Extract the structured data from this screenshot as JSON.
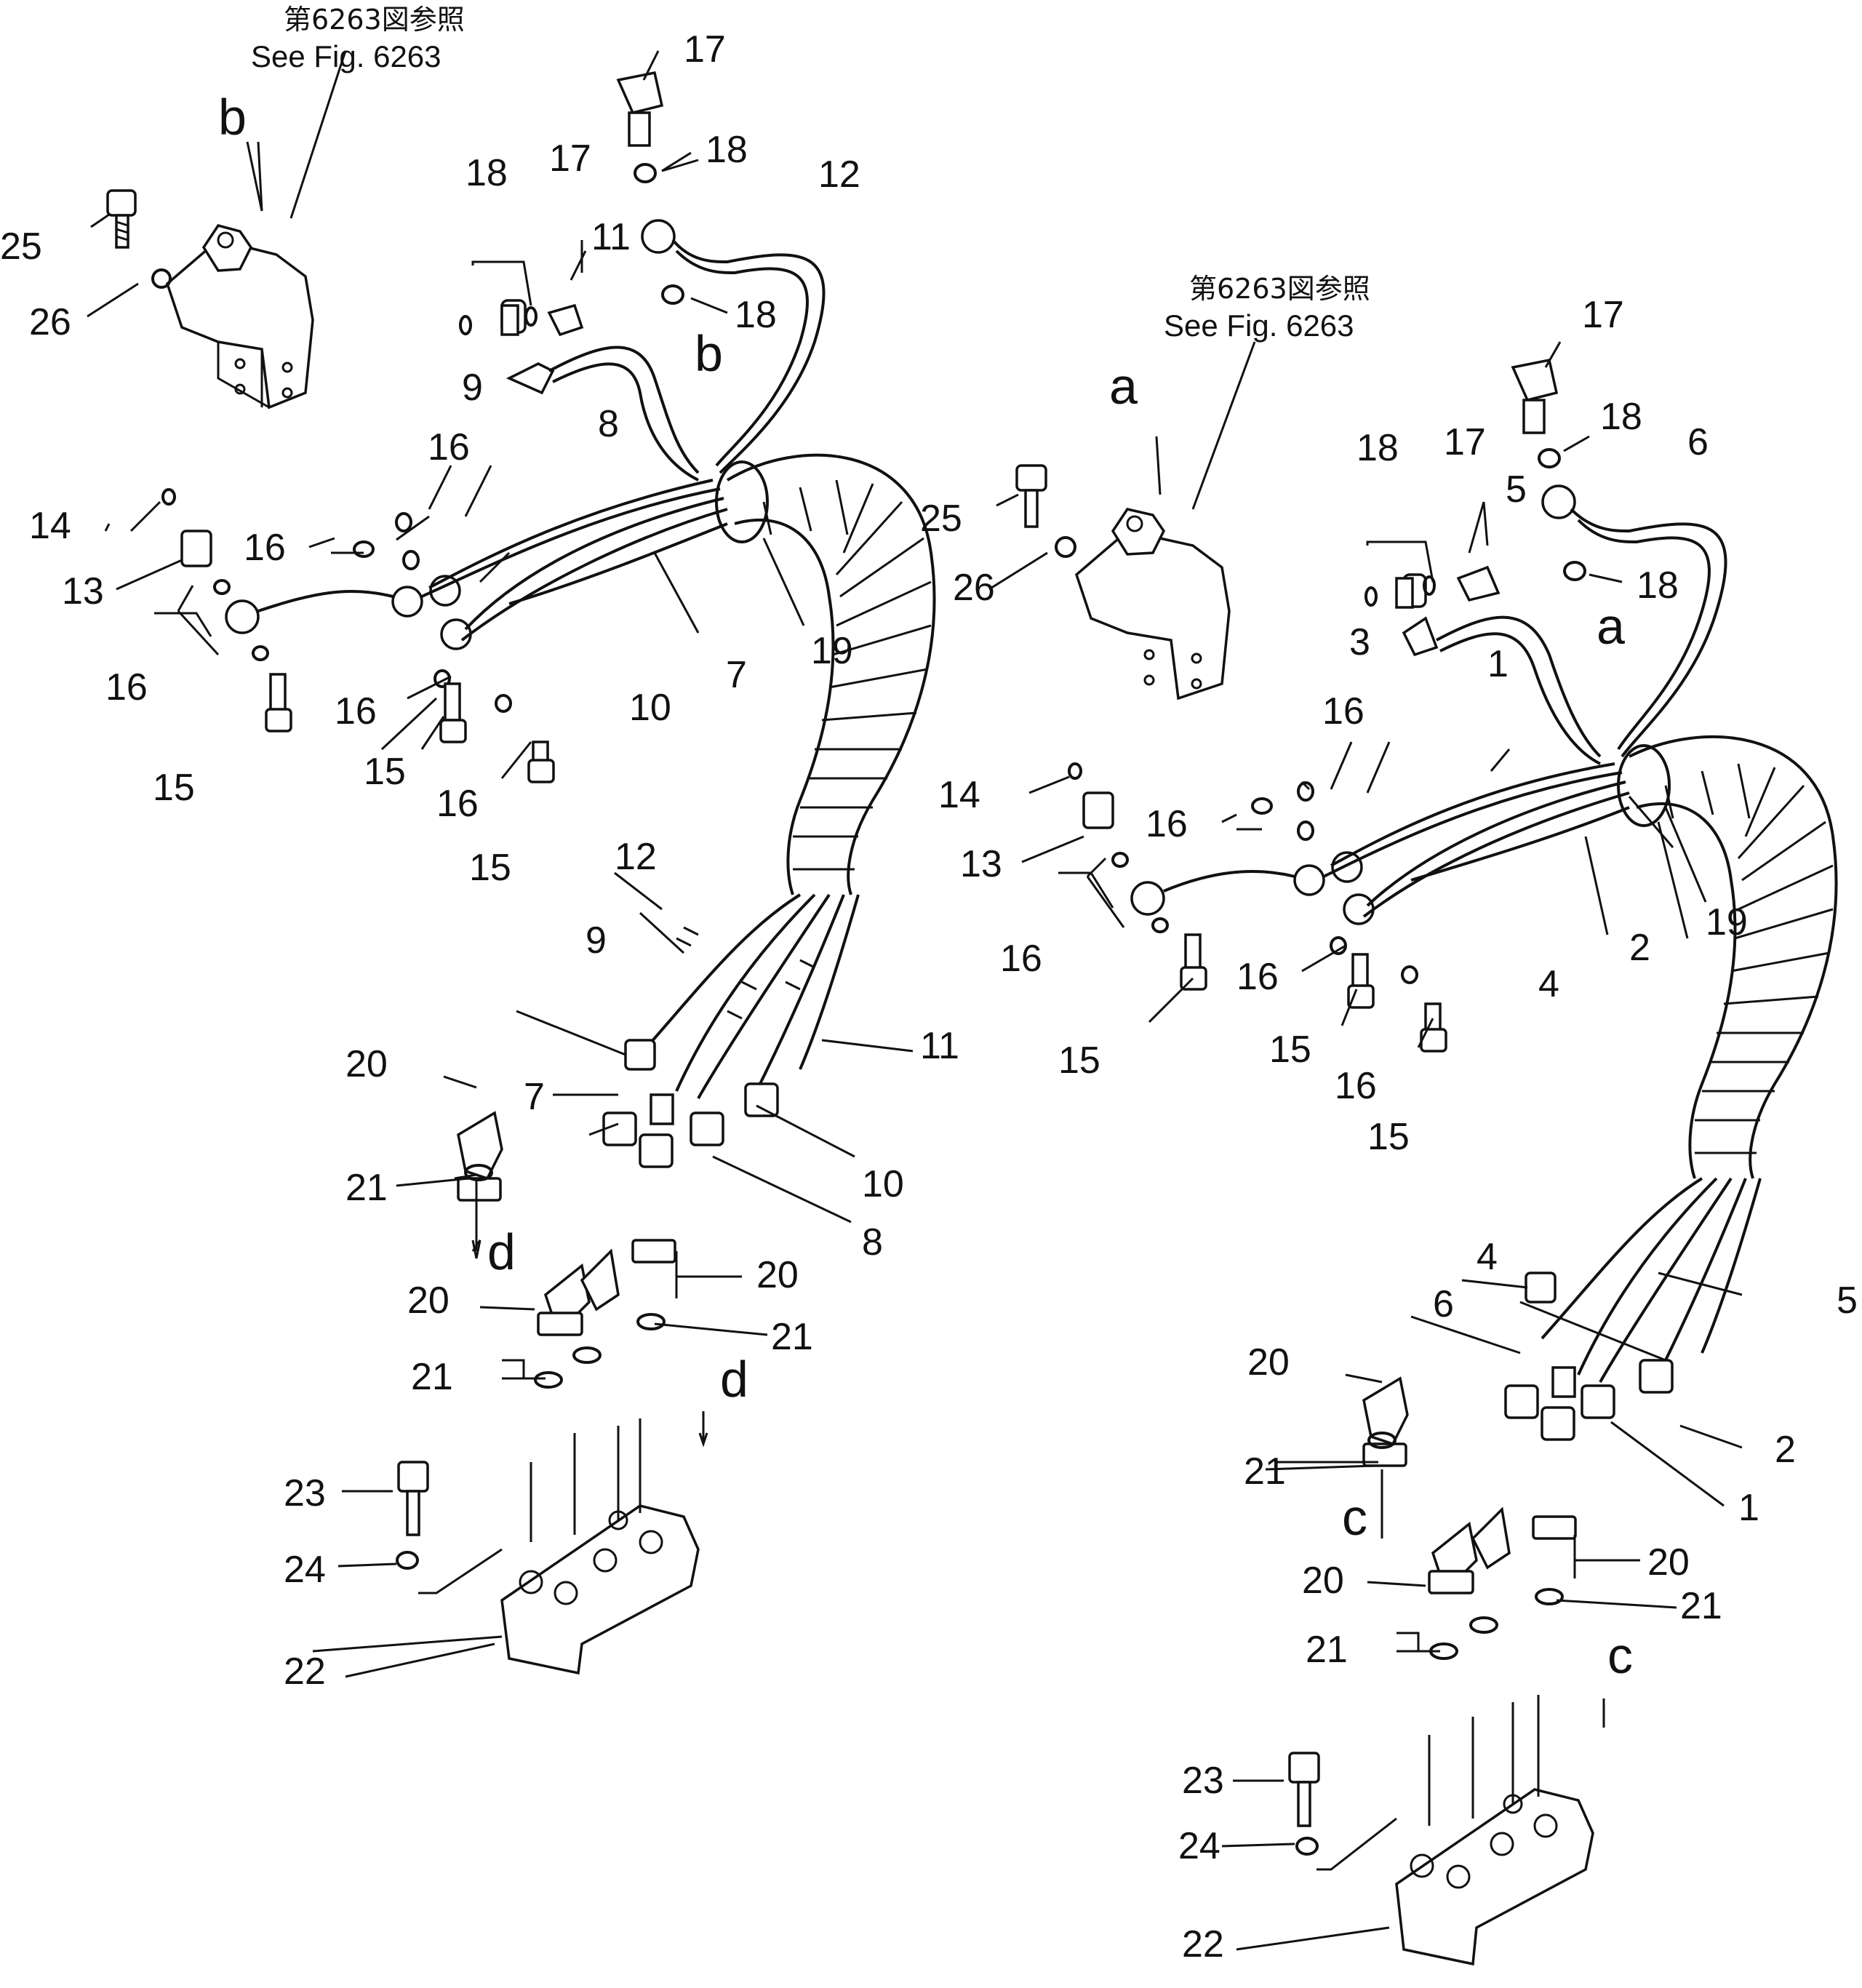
{
  "figure": {
    "ref_left": {
      "jp": "第6263図参照",
      "en": "See Fig. 6263"
    },
    "ref_right": {
      "jp": "第6263図参照",
      "en": "See Fig. 6263"
    },
    "view_letters": [
      "a",
      "b",
      "c",
      "d"
    ],
    "left_assembly_callouts": [
      "25",
      "26",
      "14",
      "13",
      "16",
      "15",
      "18",
      "17",
      "12",
      "11",
      "8",
      "9",
      "7",
      "10",
      "19",
      "20",
      "21",
      "22",
      "23",
      "24"
    ],
    "right_assembly_callouts": [
      "25",
      "26",
      "14",
      "13",
      "16",
      "15",
      "18",
      "17",
      "6",
      "5",
      "3",
      "1",
      "2",
      "4",
      "19",
      "20",
      "21",
      "22",
      "23",
      "24"
    ]
  },
  "labels": {
    "n1": "1",
    "n2": "2",
    "n3": "3",
    "n4": "4",
    "n5": "5",
    "n6": "6",
    "n7": "7",
    "n8": "8",
    "n9": "9",
    "n10": "10",
    "n11": "11",
    "n12": "12",
    "n13": "13",
    "n14": "14",
    "n15": "15",
    "n16": "16",
    "n17": "17",
    "n18": "18",
    "n19": "19",
    "n20": "20",
    "n21": "21",
    "n22": "22",
    "n23": "23",
    "n24": "24",
    "n25": "25",
    "n26": "26",
    "a": "a",
    "b": "b",
    "c": "c",
    "d": "d"
  }
}
